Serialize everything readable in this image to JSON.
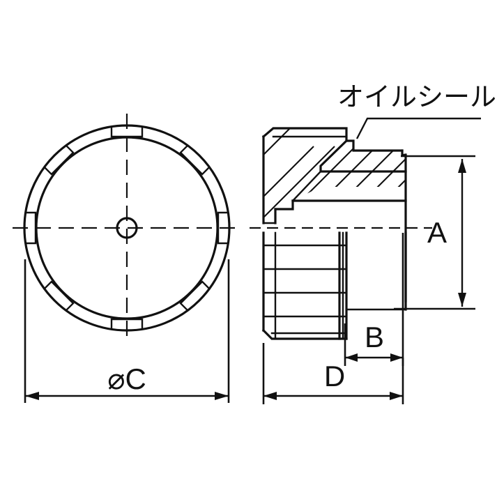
{
  "drawing": {
    "title": "",
    "background_color": "#ffffff",
    "line_color": "#111111",
    "views": {
      "front": {
        "name": "front-elevation-circular-view",
        "description": "circular end view with eight peripheral notches and center hole",
        "notch_count": 8
      },
      "section": {
        "name": "cross-section-side-view",
        "description": "sectional side view showing hatched body, oil seal seat and threaded bore"
      }
    },
    "annotations": {
      "oil_seal_label": "オイルシール"
    },
    "dimensions": {
      "diameter_c": "⌀C",
      "height_a": "A",
      "width_b": "B",
      "width_d": "D"
    }
  }
}
